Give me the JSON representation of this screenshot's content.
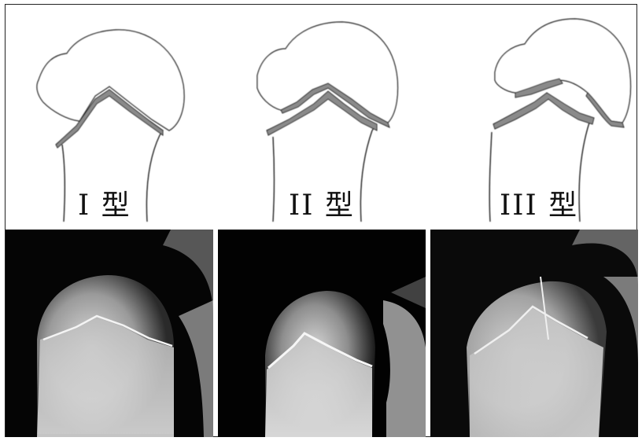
{
  "figure": {
    "types": [
      {
        "label": "I 型"
      },
      {
        "label": "II 型"
      },
      {
        "label": "III 型"
      }
    ],
    "colors": {
      "line": "#222222",
      "physis_fill": "#8a8a8a",
      "xray_background": "#000000",
      "bone_light": "#d9d9d9"
    },
    "icons": [
      "drawing-type-1",
      "drawing-type-2",
      "drawing-type-3",
      "xray-type-1",
      "xray-type-2",
      "xray-type-3"
    ]
  }
}
